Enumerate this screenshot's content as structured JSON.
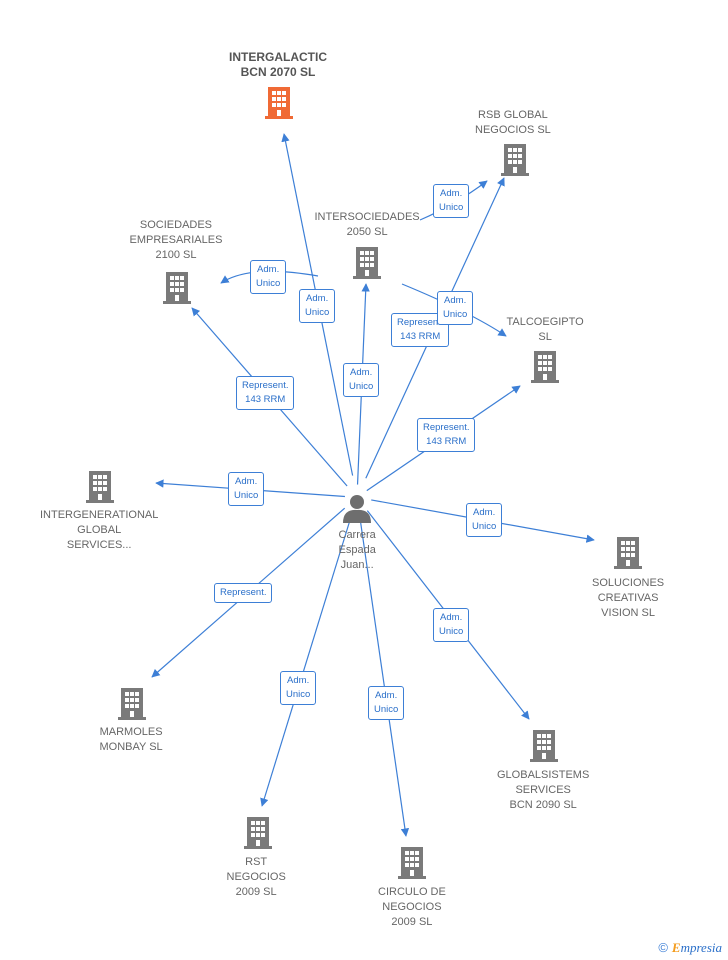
{
  "center": {
    "label": "Carrera\nEspada\nJuan..."
  },
  "nodes": [
    {
      "id": "intergalactic",
      "label": "INTERGALACTIC\nBCN 2070  SL",
      "highlight": true
    },
    {
      "id": "rsb",
      "label": "RSB GLOBAL\nNEGOCIOS  SL"
    },
    {
      "id": "intersociedades",
      "label": "INTERSOCIEDADES\n2050  SL"
    },
    {
      "id": "sociedades",
      "label": "SOCIEDADES\nEMPRESARIALES\n2100  SL"
    },
    {
      "id": "talcoegipto",
      "label": "TALCOEGIPTO\nSL"
    },
    {
      "id": "intergenerational",
      "label": "INTERGENERATIONAL\nGLOBAL\nSERVICES..."
    },
    {
      "id": "soluciones",
      "label": "SOLUCIONES\nCREATIVAS\nVISION  SL"
    },
    {
      "id": "marmoles",
      "label": "MARMOLES\nMONBAY  SL"
    },
    {
      "id": "globalsistems",
      "label": "GLOBALSISTEMS\nSERVICES\nBCN 2090  SL"
    },
    {
      "id": "rst",
      "label": "RST\nNEGOCIOS\n2009 SL"
    },
    {
      "id": "circulo",
      "label": "CIRCULO DE\nNEGOCIOS\n2009 SL"
    }
  ],
  "edges": [
    {
      "to": "intergalactic",
      "label": "Adm.\nUnico"
    },
    {
      "to": "rsb",
      "label": "Represent.\n143 RRM"
    },
    {
      "to": "intersociedades",
      "label": "Adm.\nUnico"
    },
    {
      "to": "sociedades",
      "label": "Represent.\n143 RRM"
    },
    {
      "to": "talcoegipto",
      "label": "Represent.\n143 RRM"
    },
    {
      "to": "intergenerational",
      "label": "Adm.\nUnico"
    },
    {
      "to": "soluciones",
      "label": "Adm.\nUnico"
    },
    {
      "to": "marmoles",
      "label": "Represent."
    },
    {
      "to": "globalsistems",
      "label": "Adm.\nUnico"
    },
    {
      "to": "rst",
      "label": "Adm.\nUnico"
    },
    {
      "to": "circulo",
      "label": "Adm.\nUnico"
    }
  ],
  "secondary_edges": [
    {
      "from": "intersociedades",
      "to": "sociedades",
      "label": "Adm.\nUnico"
    },
    {
      "from": "intersociedades",
      "to": "rsb",
      "label": "Adm.\nUnico"
    },
    {
      "from": "intersociedades",
      "to": "talcoegipto",
      "label": "Adm.\nUnico"
    }
  ],
  "colors": {
    "edge": "#3d7fd6",
    "building": "#7a7a7a",
    "highlight": "#f06a35",
    "person": "#6e6e6e"
  },
  "footer": {
    "copyright": "©",
    "brand_initial": "E",
    "brand_rest": "mpresia"
  }
}
